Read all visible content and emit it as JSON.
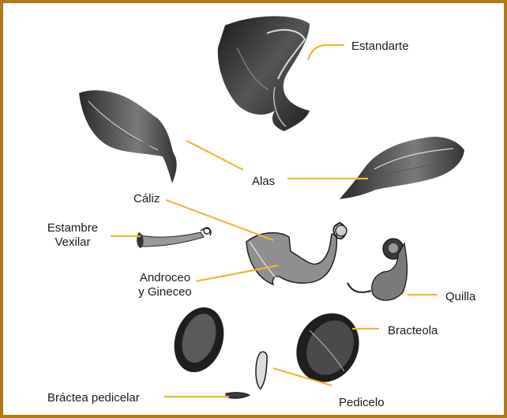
{
  "colors": {
    "frame": "#b07a16",
    "leader": "#f0b830",
    "ink": "#1a1a1a"
  },
  "labels": {
    "estandarte": "Estandarte",
    "alas": "Alas",
    "caliz": "Cáliz",
    "estambre_line1": "Estambre",
    "estambre_line2": "Vexilar",
    "androceo_line1": "Androceo",
    "androceo_line2": "y Gineceo",
    "quilla": "Quilla",
    "bracteola": "Bracteola",
    "bractea_pedicelar": "Bráctea pedicelar",
    "pedicelo": "Pedicelo"
  }
}
